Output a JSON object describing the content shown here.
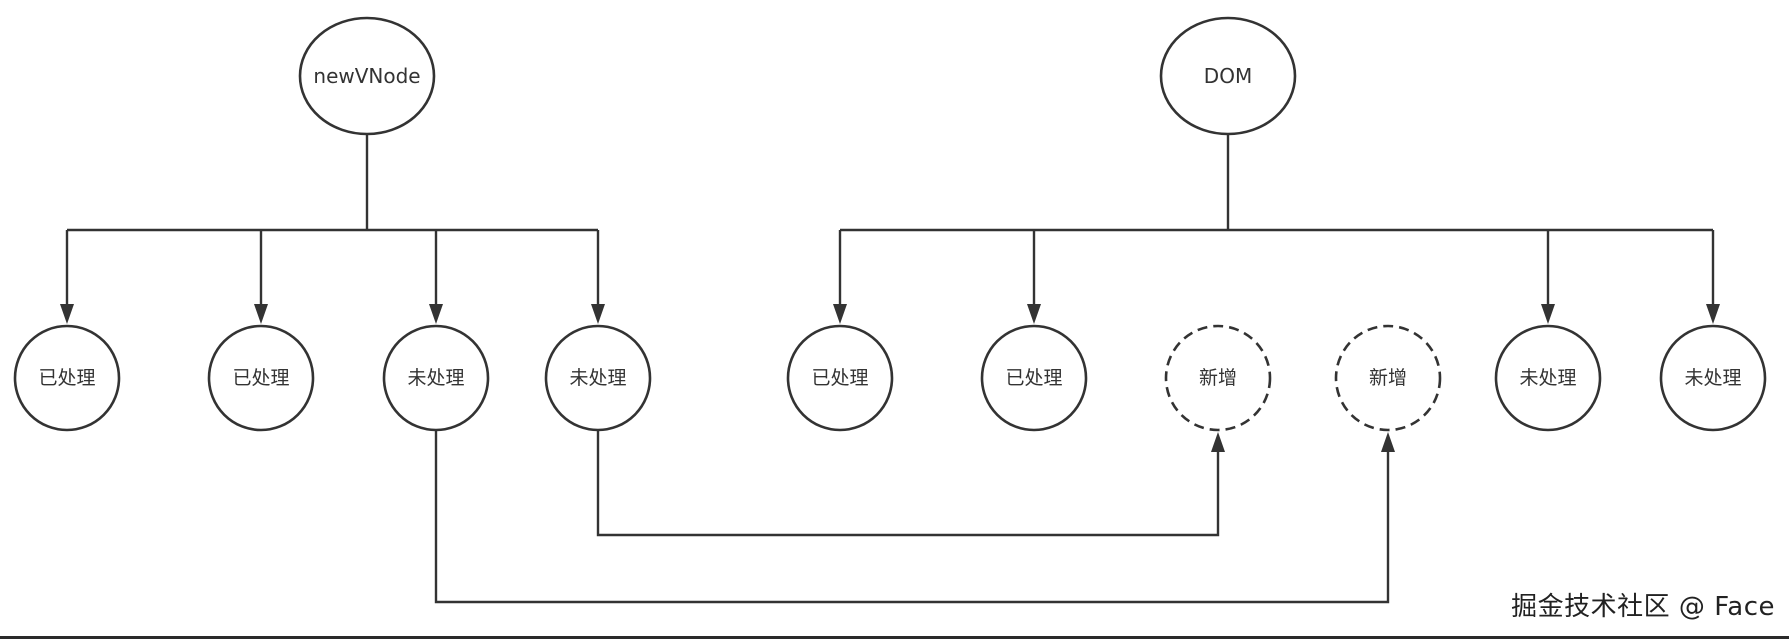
{
  "diagram": {
    "nodes": {
      "vnode_root": {
        "label": "newVNode",
        "style": "solid"
      },
      "dom_root": {
        "label": "DOM",
        "style": "solid"
      },
      "v1": {
        "label": "已处理",
        "style": "solid"
      },
      "v2": {
        "label": "已处理",
        "style": "solid"
      },
      "v3": {
        "label": "未处理",
        "style": "solid"
      },
      "v4": {
        "label": "未处理",
        "style": "solid"
      },
      "d1": {
        "label": "已处理",
        "style": "solid"
      },
      "d2": {
        "label": "已处理",
        "style": "solid"
      },
      "d3": {
        "label": "新增",
        "style": "dashed"
      },
      "d4": {
        "label": "新增",
        "style": "dashed"
      },
      "d5": {
        "label": "未处理",
        "style": "solid"
      },
      "d6": {
        "label": "未处理",
        "style": "solid"
      }
    },
    "tree_edges": [
      {
        "from": "vnode_root",
        "to": "v1"
      },
      {
        "from": "vnode_root",
        "to": "v2"
      },
      {
        "from": "vnode_root",
        "to": "v3"
      },
      {
        "from": "vnode_root",
        "to": "v4"
      },
      {
        "from": "dom_root",
        "to": "d1"
      },
      {
        "from": "dom_root",
        "to": "d2"
      },
      {
        "from": "dom_root",
        "to": "d5"
      },
      {
        "from": "dom_root",
        "to": "d6"
      }
    ],
    "cross_edges": [
      {
        "from": "v4",
        "to": "d3"
      },
      {
        "from": "v3",
        "to": "d4"
      }
    ]
  },
  "watermark": {
    "text": "掘金技术社区 @ Face"
  },
  "colors": {
    "stroke": "#333333",
    "text": "#333333",
    "background": "#ffffff"
  }
}
